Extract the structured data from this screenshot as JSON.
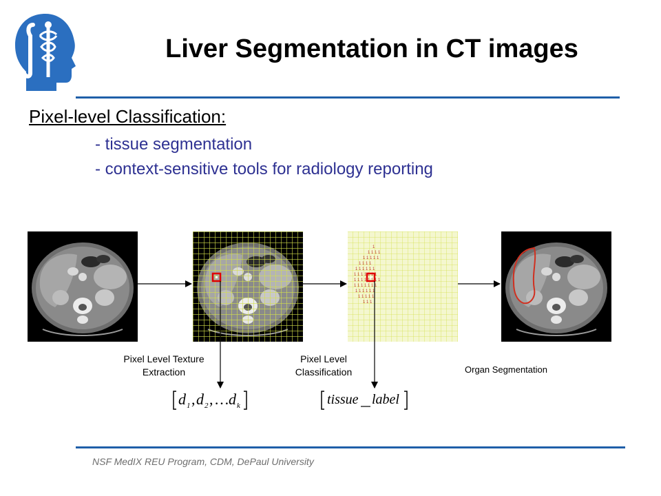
{
  "slide": {
    "title": "Liver Segmentation in CT images",
    "subheading": "Pixel-level  Classification:",
    "bullets": [
      "- tissue segmentation",
      "- context-sensitive  tools for radiology  reporting"
    ],
    "footer": "NSF MedIX REU Program, CDM, DePaul University"
  },
  "diagram": {
    "stages": [
      "Pixel Level Texture\nExtraction",
      "Pixel Level\nClassification",
      "Organ Segmentation"
    ],
    "descriptor_vector": {
      "symbol": "d",
      "subscripts": [
        "1",
        "2",
        "k"
      ],
      "separator": ",",
      "ellipsis": "…"
    },
    "label_vector": {
      "left": "tissue",
      "right": "label"
    }
  },
  "colors": {
    "accent_rule": "#1f5fa8",
    "bullet_text": "#2e3192",
    "grid_lines": "#d4e04a",
    "label_grid_bg": "#f4f7cf",
    "highlight_box": "#e00000",
    "liver_outline": "#d03020"
  }
}
